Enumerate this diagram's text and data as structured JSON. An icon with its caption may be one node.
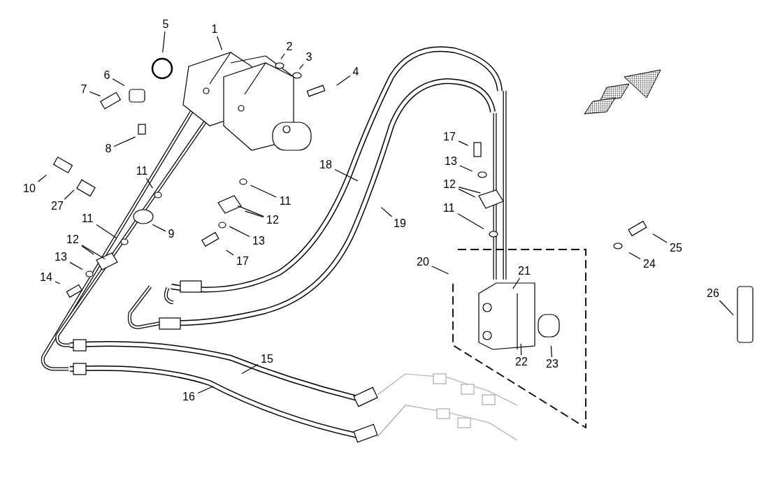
{
  "diagram": {
    "nodes": [
      {
        "text": [
          "1"
        ]
      },
      {
        "text": [
          "5"
        ]
      },
      {
        "text": [
          "2"
        ]
      },
      {
        "text": [
          "3"
        ]
      },
      {
        "text": [
          "4"
        ]
      },
      {
        "text": [
          "6"
        ]
      },
      {
        "text": [
          "7"
        ]
      },
      {
        "text": [
          "8"
        ]
      },
      {
        "text": [
          "17"
        ]
      },
      {
        "text": [
          "11"
        ]
      },
      {
        "text": [
          "18"
        ]
      },
      {
        "text": [
          "13"
        ]
      },
      {
        "text": [
          "10"
        ]
      },
      {
        "text": [
          "12"
        ]
      },
      {
        "text": [
          "11"
        ]
      },
      {
        "text": [
          "27"
        ]
      },
      {
        "text": [
          "11"
        ]
      },
      {
        "text": [
          "11"
        ]
      },
      {
        "text": [
          "12"
        ]
      },
      {
        "text": [
          "19"
        ]
      },
      {
        "text": [
          "9"
        ]
      },
      {
        "text": [
          "12"
        ]
      },
      {
        "text": [
          "13"
        ]
      },
      {
        "text": [
          "25"
        ]
      },
      {
        "text": [
          "13"
        ]
      },
      {
        "text": [
          "17"
        ]
      },
      {
        "text": [
          "20"
        ]
      },
      {
        "text": [
          "24"
        ]
      },
      {
        "text": [
          "21"
        ]
      },
      {
        "text": [
          "14"
        ]
      },
      {
        "text": [
          "26"
        ]
      },
      {
        "text": [
          "15"
        ]
      },
      {
        "text": [
          "22"
        ]
      },
      {
        "text": [
          "23"
        ]
      },
      {
        "text": [
          "16"
        ]
      }
    ],
    "edges": [
      {
        "from": 0,
        "to": null,
        "arrow": "none"
      },
      {
        "from": 1,
        "to": null,
        "arrow": "none"
      },
      {
        "from": 2,
        "to": null,
        "arrow": "none"
      },
      {
        "from": 3,
        "to": null,
        "arrow": "none"
      },
      {
        "from": 4,
        "to": null,
        "arrow": "none"
      },
      {
        "from": 5,
        "to": null,
        "arrow": "none"
      },
      {
        "from": 6,
        "to": null,
        "arrow": "none"
      },
      {
        "from": 7,
        "to": null,
        "arrow": "none"
      },
      {
        "from": 8,
        "to": null,
        "arrow": "none"
      },
      {
        "from": 9,
        "to": null,
        "arrow": "none"
      },
      {
        "from": 10,
        "to": null,
        "arrow": "none"
      },
      {
        "from": 11,
        "to": null,
        "arrow": "none"
      },
      {
        "from": 12,
        "to": null,
        "arrow": "none"
      },
      {
        "from": 13,
        "to": null,
        "arrow": "none"
      },
      {
        "from": 13,
        "to": null,
        "arrow": "none"
      },
      {
        "from": 14,
        "to": null,
        "arrow": "none"
      },
      {
        "from": 15,
        "to": null,
        "arrow": "none"
      },
      {
        "from": 16,
        "to": null,
        "arrow": "none"
      },
      {
        "from": 17,
        "to": null,
        "arrow": "none"
      },
      {
        "from": 18,
        "to": null,
        "arrow": "none"
      },
      {
        "from": 18,
        "to": null,
        "arrow": "none"
      },
      {
        "from": 19,
        "to": null,
        "arrow": "none"
      },
      {
        "from": 20,
        "to": null,
        "arrow": "none"
      },
      {
        "from": 21,
        "to": null,
        "arrow": "none"
      },
      {
        "from": 21,
        "to": null,
        "arrow": "none"
      },
      {
        "from": 22,
        "to": null,
        "arrow": "none"
      },
      {
        "from": 23,
        "to": null,
        "arrow": "none"
      },
      {
        "from": 24,
        "to": null,
        "arrow": "none"
      },
      {
        "from": 25,
        "to": null,
        "arrow": "none"
      },
      {
        "from": 26,
        "to": null,
        "arrow": "none"
      },
      {
        "from": 27,
        "to": null,
        "arrow": "none"
      },
      {
        "from": 28,
        "to": null,
        "arrow": "none"
      },
      {
        "from": 29,
        "to": null,
        "arrow": "none"
      },
      {
        "from": 30,
        "to": null,
        "arrow": "none"
      },
      {
        "from": 31,
        "to": null,
        "arrow": "none"
      },
      {
        "from": 32,
        "to": null,
        "arrow": "none"
      },
      {
        "from": 33,
        "to": null,
        "arrow": "none"
      },
      {
        "from": 34,
        "to": null,
        "arrow": "none"
      }
    ]
  }
}
